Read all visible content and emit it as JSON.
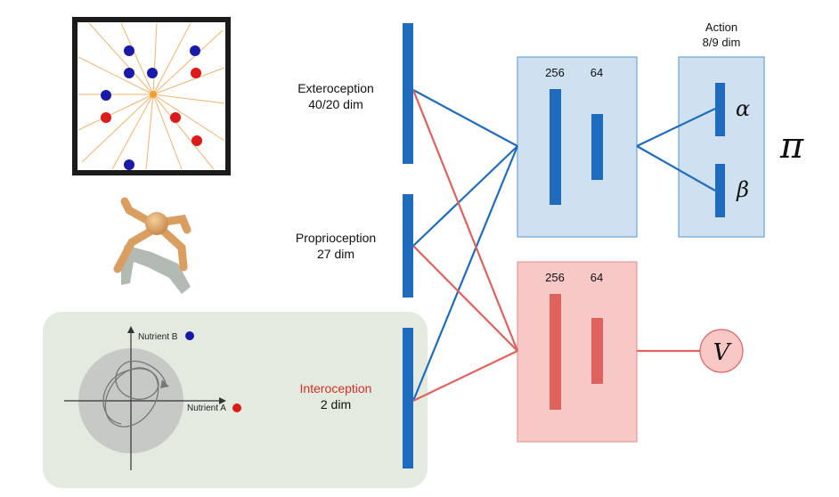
{
  "colors": {
    "blue": "#1f6cbf",
    "red": "#e0625d",
    "blue_box": "#cfe0f1",
    "blue_box_border": "#6fa3d6",
    "red_box": "#f8c8c6",
    "red_box_border": "#e59a96",
    "green_panel": "#e3ebe1",
    "nutrient_b_dot": "#1a1aa8",
    "nutrient_a_dot": "#dd1a1a",
    "ray": "#f3b36b"
  },
  "inputs": {
    "exteroception": {
      "name": "Exteroception",
      "dim": "40/20 dim"
    },
    "proprioception": {
      "name": "Proprioception",
      "dim": "27 dim"
    },
    "interoception": {
      "name": "Interoception",
      "dim": "2 dim"
    }
  },
  "policy": {
    "layer1_units": "256",
    "layer2_units": "64",
    "action_title": "Action",
    "action_dim": "8/9 dim",
    "alpha": "α",
    "beta": "β",
    "pi": "π"
  },
  "value": {
    "layer1_units": "256",
    "layer2_units": "64",
    "v": "V"
  },
  "interoception_plot": {
    "nutrient_a": "Nutrient A",
    "nutrient_b": "Nutrient B"
  },
  "icons": {
    "arena": "food-arena-icon",
    "agent": "ant-robot-icon"
  }
}
